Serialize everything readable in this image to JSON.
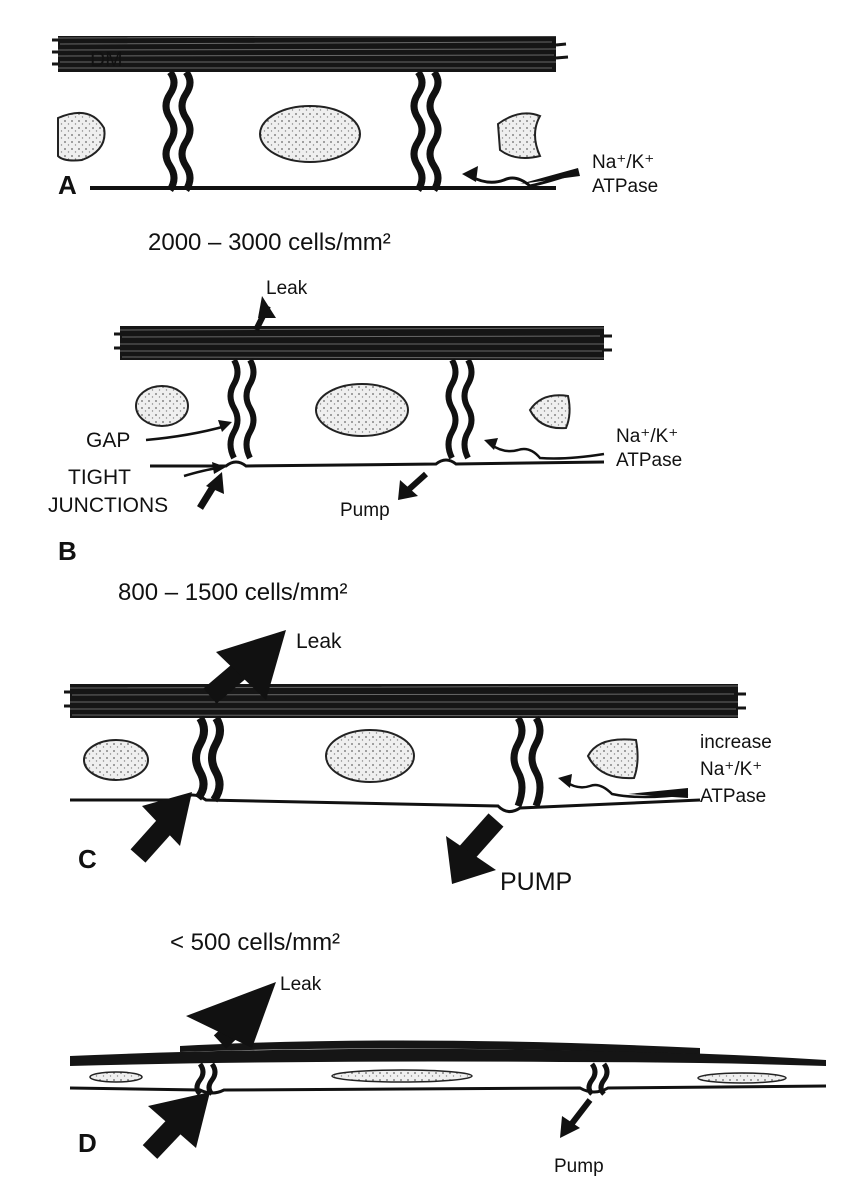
{
  "panels": {
    "a": {
      "letter": "A",
      "membrane_label": "DM",
      "atpase_label_1": "Na⁺/K⁺",
      "atpase_label_2": "ATPase"
    },
    "b": {
      "letter": "B",
      "density": "2000 – 3000  cells/mm²",
      "leak": "Leak",
      "gap": "GAP",
      "tight_1": "TIGHT",
      "tight_2": "JUNCTIONS",
      "pump": "Pump",
      "atpase_label_1": "Na⁺/K⁺",
      "atpase_label_2": "ATPase"
    },
    "c": {
      "letter": "C",
      "density": "800 – 1500  cells/mm²",
      "leak": "Leak",
      "pump": "PUMP",
      "atpase_label_0": "increase",
      "atpase_label_1": "Na⁺/K⁺",
      "atpase_label_2": "ATPase"
    },
    "d": {
      "letter": "D",
      "density": "< 500  cells/mm²",
      "leak": "Leak",
      "pump": "Pump"
    }
  },
  "colors": {
    "ink": "#111111",
    "nucleus": "#e4e4e4",
    "background": "#ffffff"
  }
}
